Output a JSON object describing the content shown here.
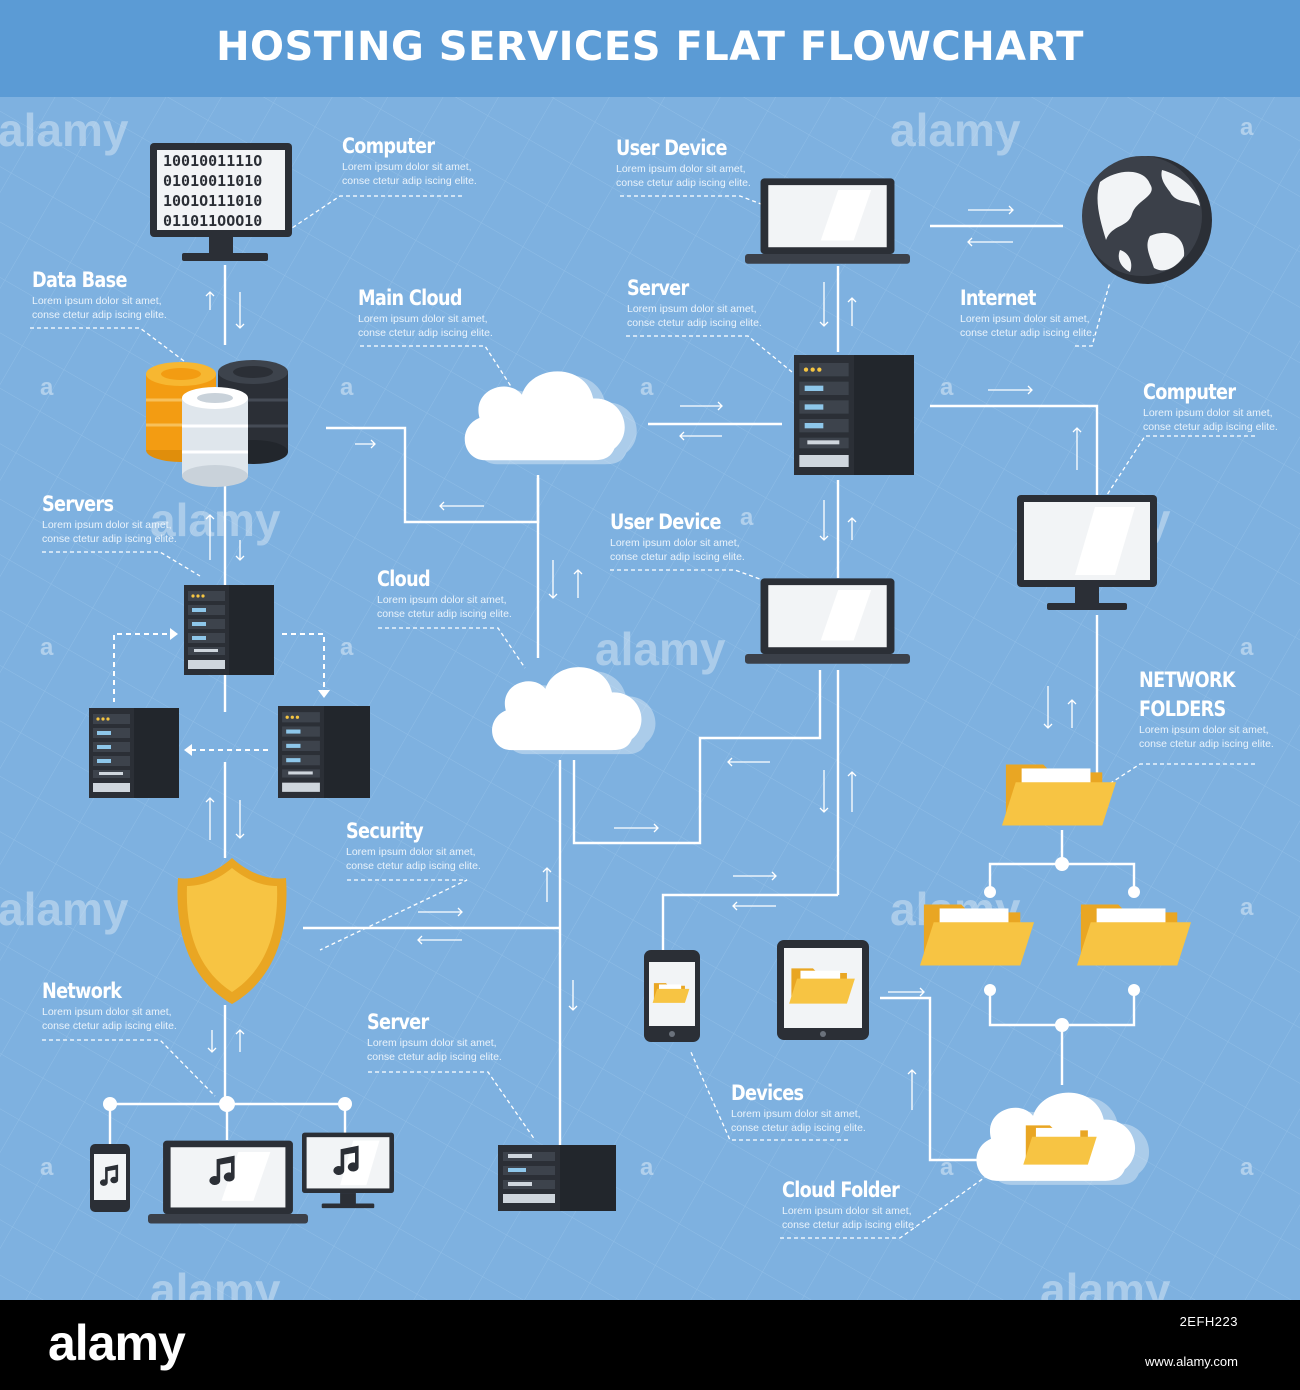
{
  "title": "HOSTING SERVICES FLAT FLOWCHART",
  "desc_line1": "Lorem ipsum dolor sit amet,",
  "desc_line2": "conse ctetur adip iscing elite.",
  "nodes": {
    "computer_top": "Computer",
    "data_base": "Data Base",
    "servers": "Servers",
    "security": "Security",
    "network": "Network",
    "main_cloud": "Main Cloud",
    "cloud": "Cloud",
    "server_bottom": "Server",
    "user_device_top": "User Device",
    "server_mid": "Server",
    "user_device_mid": "User Device",
    "devices": "Devices",
    "cloud_folder": "Cloud Folder",
    "internet": "Internet",
    "computer_right": "Computer",
    "network_folders_1": "NETWORK",
    "network_folders_2": "FOLDERS"
  },
  "screen_binary": [
    "1001001111O",
    "01010011010",
    "10O1O111010",
    "011011OOO10"
  ],
  "watermark": "alamy",
  "footer": {
    "logo": "alamy",
    "image_id": "2EFH223",
    "url": "www.alamy.com"
  },
  "colors": {
    "background": "#7eb1e0",
    "banner": "#5b9bd5",
    "folder": "#f6c13b",
    "shield": "#f7b731",
    "dark_device": "#2b2f36"
  }
}
